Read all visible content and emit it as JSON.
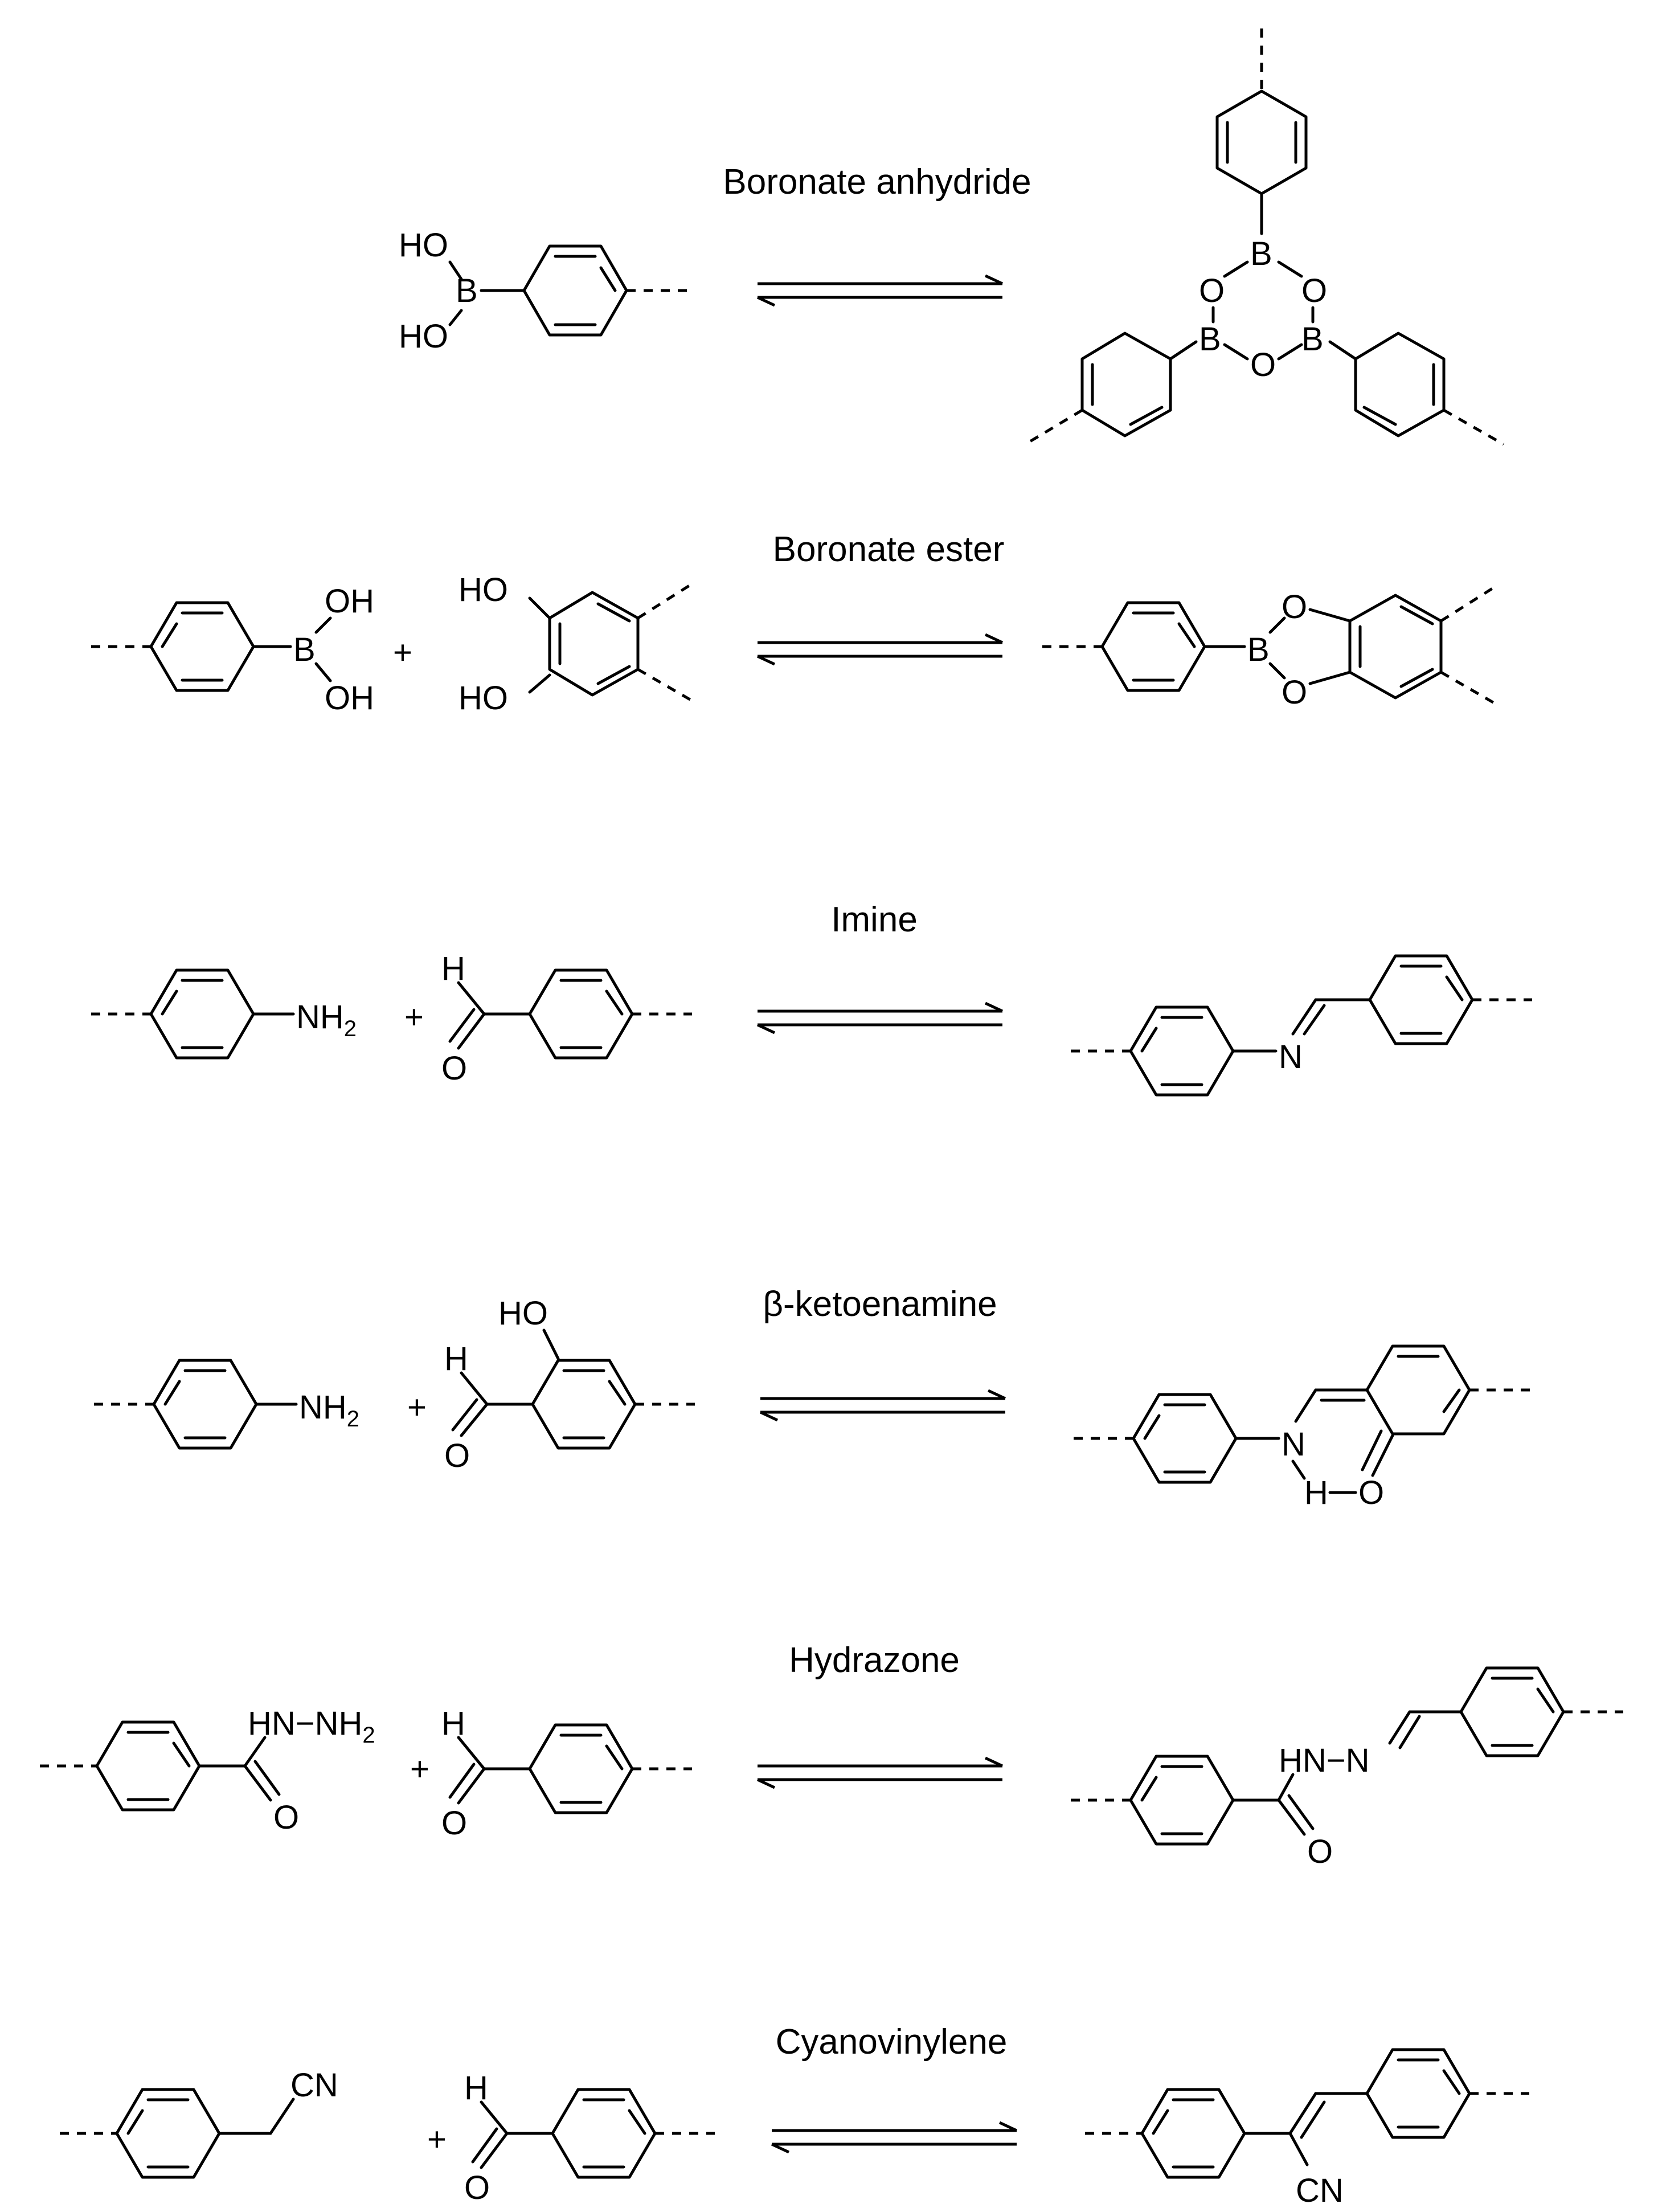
{
  "reactions": [
    {
      "title": "Boronate anhydride",
      "labels": {
        "oh1": "HO",
        "oh2": "HO",
        "b1": "B",
        "p_b_top": "B",
        "p_b_left": "B",
        "p_b_right": "B",
        "p_o1": "O",
        "p_o2": "O",
        "p_o3": "O"
      }
    },
    {
      "title": "Boronate ester",
      "labels": {
        "b": "B",
        "oh_top": "OH",
        "oh_bot": "OH",
        "plus": "+",
        "ho_top": "HO",
        "ho_bot": "HO",
        "p_b": "B",
        "p_o_top": "O",
        "p_o_bot": "O"
      }
    },
    {
      "title": "Imine",
      "labels": {
        "amine": "NH",
        "sub2": "2",
        "plus": "+",
        "h": "H",
        "o": "O",
        "p_n": "N"
      }
    },
    {
      "title": "β-ketoenamine",
      "labels": {
        "amine": "NH",
        "sub2": "2",
        "plus": "+",
        "ho": "HO",
        "h": "H",
        "o": "O",
        "p_n": "N",
        "p_h": "H",
        "p_o": "O"
      }
    },
    {
      "title": "Hydrazone",
      "labels": {
        "hydrazide": "HN−NH",
        "sub2": "2",
        "o": "O",
        "plus": "+",
        "h": "H",
        "o2": "O",
        "p_hn": "HN−N",
        "p_o": "O"
      }
    },
    {
      "title": "Cyanovinylene",
      "labels": {
        "cn": "CN",
        "plus": "+",
        "h": "H",
        "o": "O",
        "p_cn": "CN"
      }
    }
  ]
}
